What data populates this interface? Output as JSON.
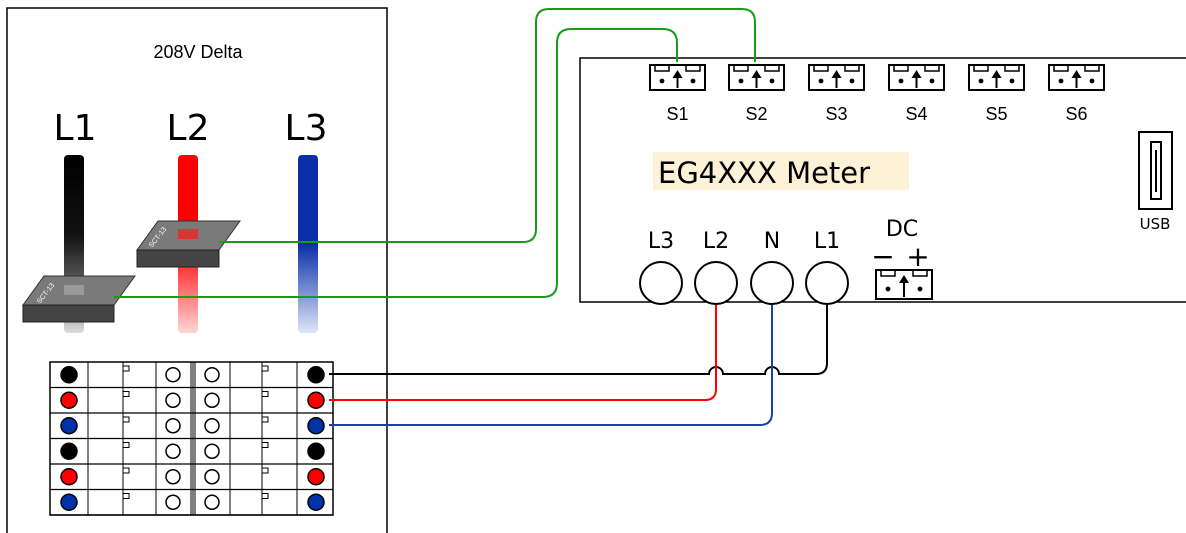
{
  "panel": {
    "title": "208V Delta",
    "legs": [
      {
        "label": "L1",
        "color": "#000000"
      },
      {
        "label": "L2",
        "color": "#ff0000"
      },
      {
        "label": "L3",
        "color": "#0033aa"
      }
    ],
    "ct_marking": "SCT-13"
  },
  "meter": {
    "title": "EG4XXX Meter",
    "ct_ports": [
      "S1",
      "S2",
      "S3",
      "S4",
      "S5",
      "S6"
    ],
    "usb_label": "USB",
    "voltage_inputs": [
      "L3",
      "L2",
      "N",
      "L1"
    ],
    "dc_label": "DC",
    "dc_minus": "−",
    "dc_plus": "+",
    "title_highlight": "#fdf1d8"
  },
  "breaker_rows": [
    "black",
    "red",
    "blue",
    "black",
    "red",
    "blue"
  ],
  "colors": {
    "ct_wire": "#1a9a1a",
    "black": "#000000",
    "red": "#ff0000",
    "blue": "#0033aa",
    "neutral": "#1a3fa8"
  }
}
